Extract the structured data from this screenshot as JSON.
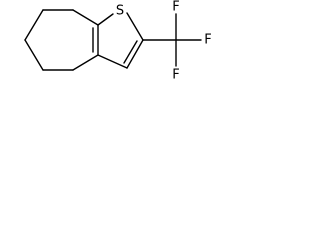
{
  "molecule": {
    "atoms": {
      "sulfur": "S",
      "fluorine_1": "F",
      "fluorine_2": "F",
      "fluorine_3": "F"
    }
  },
  "colors": {
    "background": "#ffffff",
    "ink": "#000000"
  }
}
